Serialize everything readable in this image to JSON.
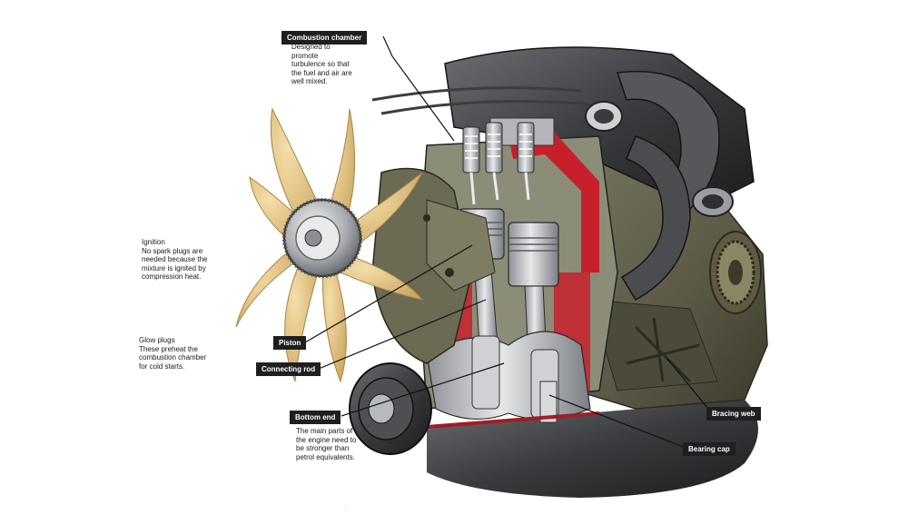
{
  "colors": {
    "background": "#ffffff",
    "label_fill": "#1f1f1f",
    "label_text": "#ffffff",
    "leader_line": "#111111",
    "block": "#5d5c48",
    "metal": "#b9bcc0",
    "cutaway": "#c8202b",
    "fan": "#e8c77d"
  },
  "labels": {
    "combustion_chamber": {
      "title": "Combustion chamber",
      "desc": "Designed to\npromote\nturbulence so that\nthe fuel and air are\nwell mixed."
    },
    "ignition": {
      "title": "Ignition",
      "desc": "No spark plugs are\nneeded because the\nmixture is ignited by\ncompression heat."
    },
    "glow_plugs": {
      "title": "Glow plugs",
      "desc": "These preheat the\ncombustion chamber\nfor cold starts."
    },
    "piston": {
      "title": "Piston"
    },
    "connecting_rod": {
      "title": "Connecting rod"
    },
    "bottom_end": {
      "title": "Bottom end",
      "desc": "The main parts of\nthe engine need to\nbe stronger than\npetrol equivalents."
    },
    "bracing_web": {
      "title": "Bracing web"
    },
    "bearing_cap": {
      "title": "Bearing cap"
    }
  }
}
